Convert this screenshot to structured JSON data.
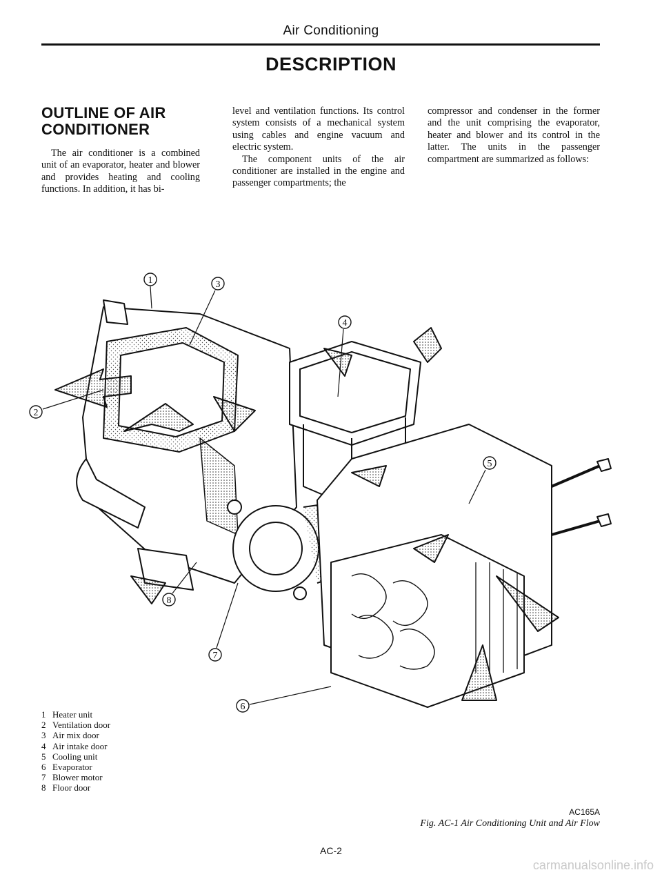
{
  "header": {
    "running_head": "Air Conditioning",
    "section_title": "DESCRIPTION"
  },
  "outline": {
    "heading_line1": "OUTLINE OF AIR",
    "heading_line2": "CONDITIONER",
    "col1_text": "The air conditioner is a combined unit of an evaporator, heater and blower and provides heating and cooling functions. In addition, it has bi-",
    "col2_para1": "level and ventilation functions. Its control system consists of a mechanical system using cables and engine vacuum and electric system.",
    "col2_para2": "The component units of the air conditioner are installed in the engine and passenger compartments; the",
    "col3_text": "compressor and condenser in the former and the unit comprising the evaporator, heater and blower and its control in the latter. The units in the passenger compartment are summarized as follows:"
  },
  "figure": {
    "callouts": [
      "1",
      "2",
      "3",
      "4",
      "5",
      "6",
      "7",
      "8"
    ],
    "legend": [
      {
        "num": "1",
        "label": "Heater unit"
      },
      {
        "num": "2",
        "label": "Ventilation door"
      },
      {
        "num": "3",
        "label": "Air mix door"
      },
      {
        "num": "4",
        "label": "Air intake door"
      },
      {
        "num": "5",
        "label": "Cooling unit"
      },
      {
        "num": "6",
        "label": "Evaporator"
      },
      {
        "num": "7",
        "label": "Blower motor"
      },
      {
        "num": "8",
        "label": "Floor door"
      }
    ],
    "code": "AC165A",
    "caption": "Fig. AC-1 Air Conditioning Unit and Air Flow"
  },
  "footer": {
    "page_number": "AC-2",
    "watermark": "carmanualsonline.info"
  }
}
